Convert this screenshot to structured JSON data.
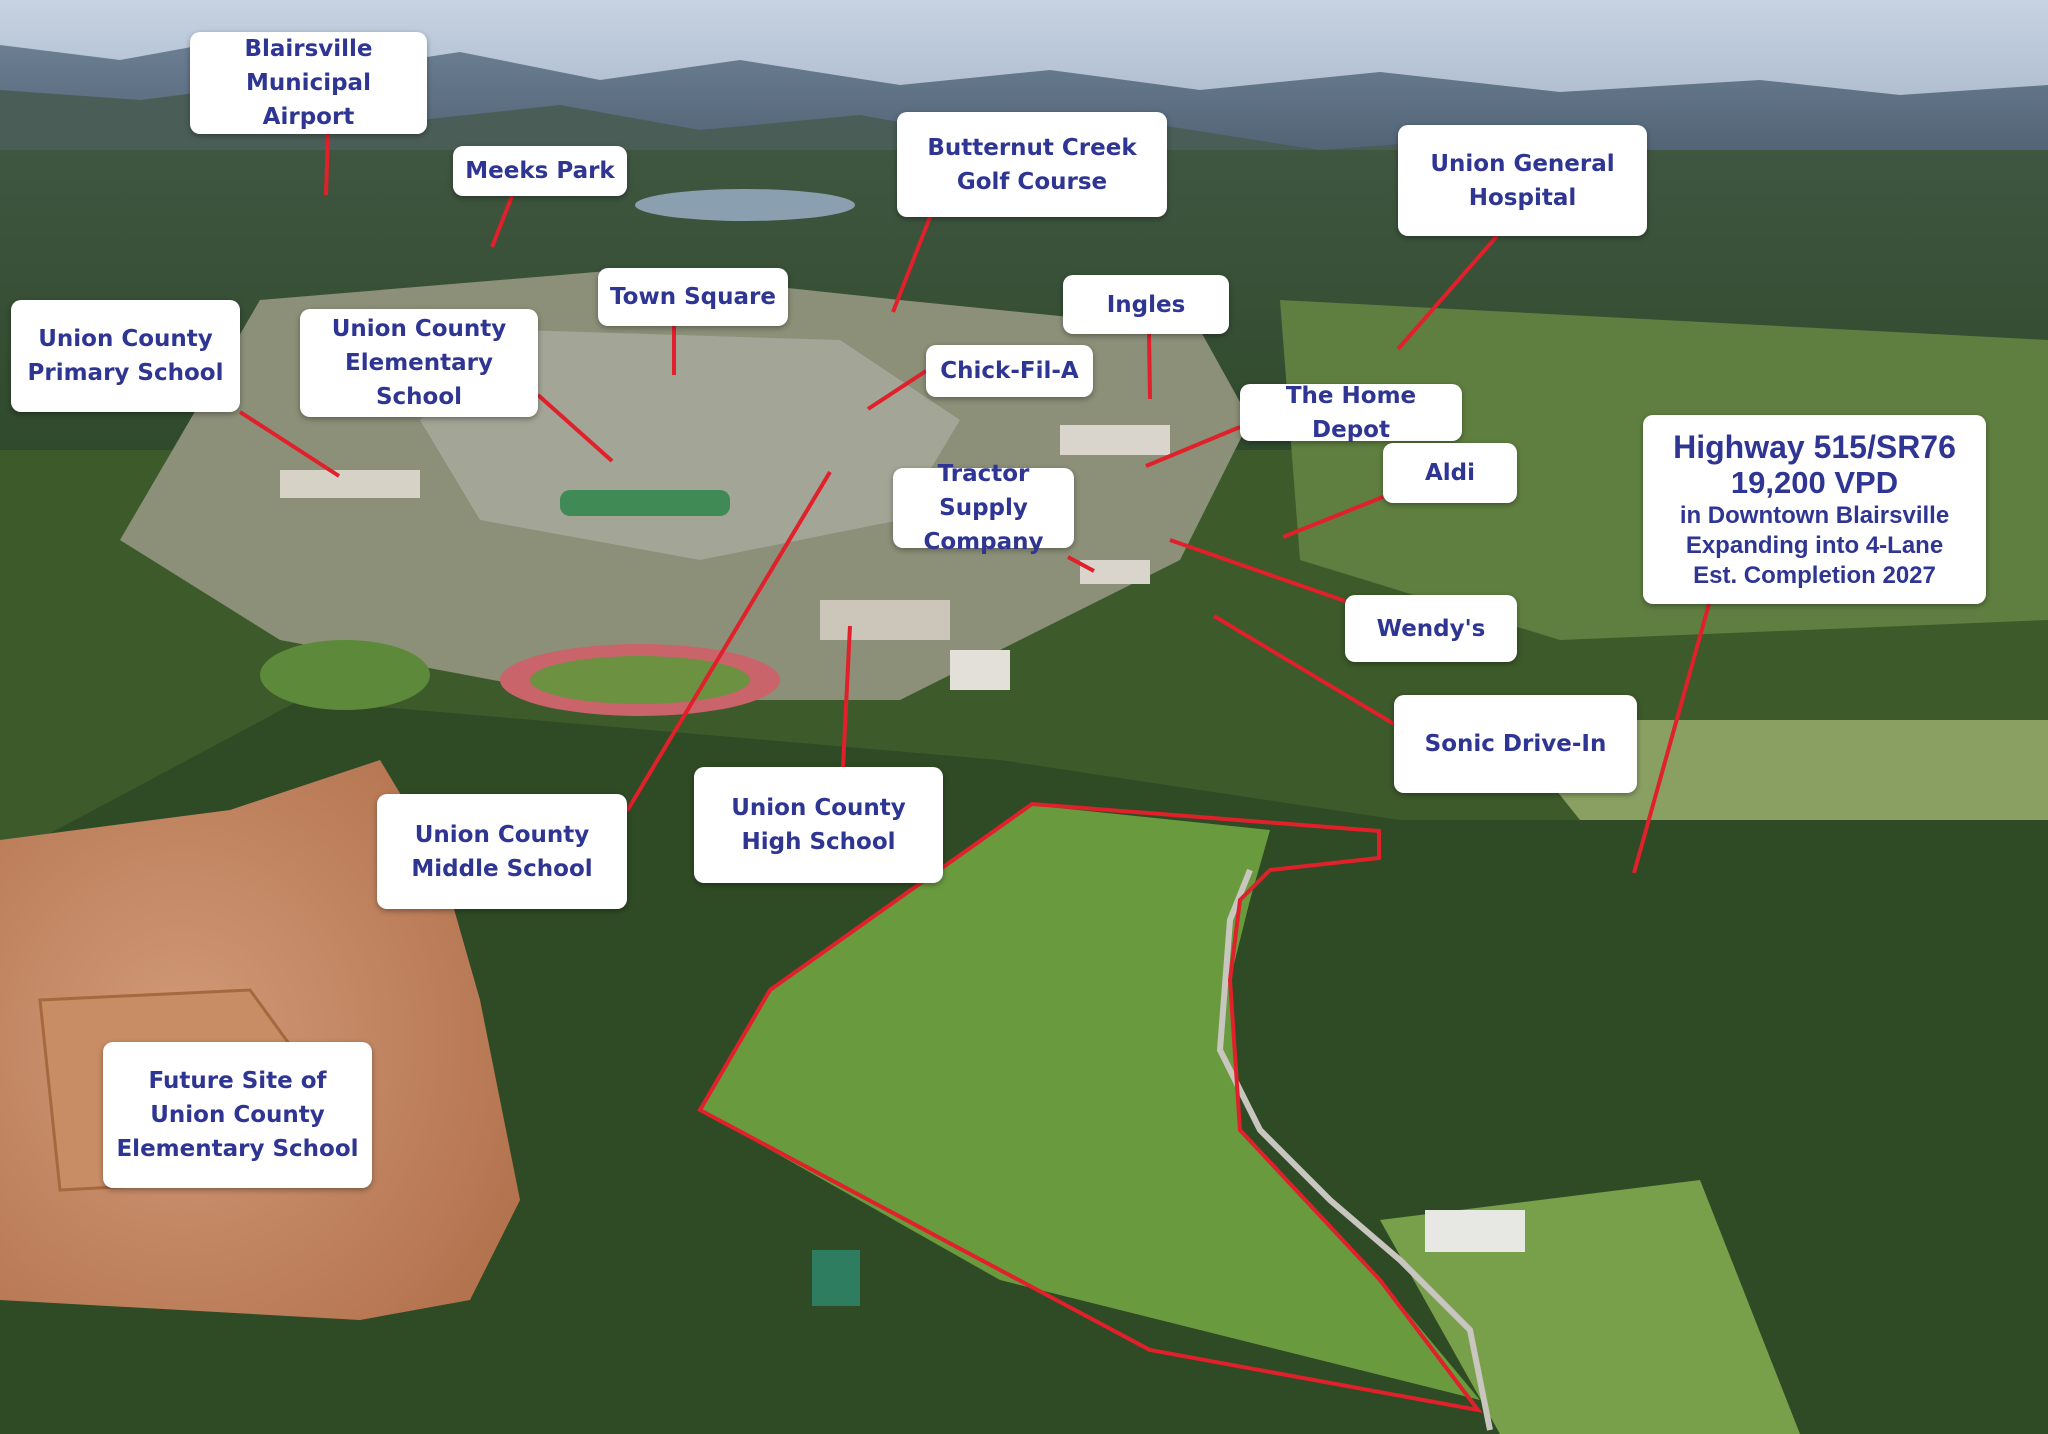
{
  "labels": {
    "airport": "Blairsville Municipal\nAirport",
    "meeks_park": "Meeks Park",
    "golf": "Butternut Creek\nGolf Course",
    "hospital": "Union General\nHospital",
    "town_square": "Town Square",
    "ingles": "Ingles",
    "primary_school": "Union County\nPrimary School",
    "elementary_school": "Union County\nElementary School",
    "chick_fil_a": "Chick-Fil-A",
    "home_depot": "The Home Depot",
    "aldi": "Aldi",
    "tractor_supply": "Tractor Supply\nCompany",
    "wendys": "Wendy's",
    "sonic": "Sonic Drive-In",
    "middle_school": "Union County\nMiddle School",
    "high_school": "Union County\nHigh School",
    "future_school": "Future Site of\nUnion County\nElementary School"
  },
  "highway": {
    "line1": "Highway 515/SR76",
    "line2": "19,200 VPD",
    "line3": "in Downtown Blairsville",
    "line4": "Expanding into 4-Lane",
    "line5": "Est. Completion 2027"
  },
  "colors": {
    "label_text": "#2e3592",
    "leader_line": "#e0202a",
    "parcel_outline": "#e0202a"
  }
}
